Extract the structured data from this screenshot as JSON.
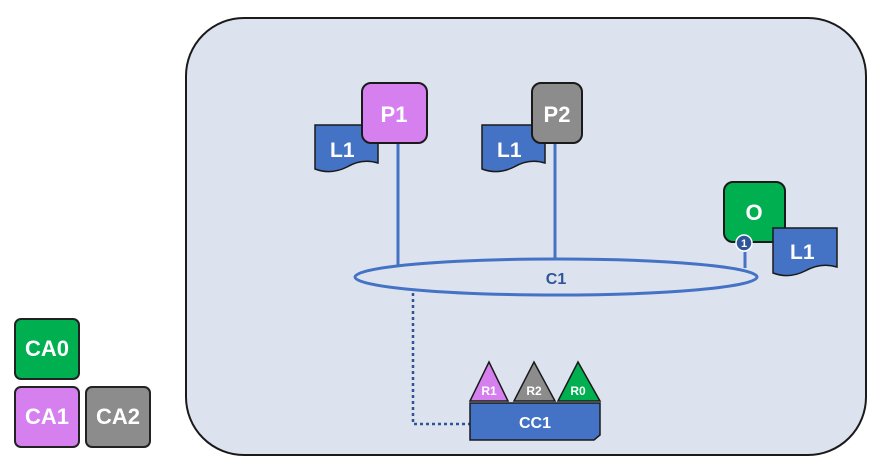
{
  "colors": {
    "network_bg": "#dde2ef",
    "blue": "#4472c4",
    "dark_blue": "#2f5597",
    "green": "#00b050",
    "purple": "#d680f0",
    "gray": "#8c8c8c"
  },
  "peers": [
    {
      "label": "P1",
      "ledger": "L1",
      "color": "purple"
    },
    {
      "label": "P2",
      "ledger": "L1",
      "color": "gray"
    }
  ],
  "orderer": {
    "label": "O",
    "badge": "1",
    "ledger": "L1",
    "color": "green"
  },
  "channel": {
    "label": "C1"
  },
  "channel_config": {
    "label": "CC1"
  },
  "roles": [
    {
      "label": "R1",
      "color": "purple"
    },
    {
      "label": "R2",
      "color": "gray"
    },
    {
      "label": "R0",
      "color": "green"
    }
  ],
  "cas": [
    {
      "label": "CA0",
      "color": "green"
    },
    {
      "label": "CA1",
      "color": "purple"
    },
    {
      "label": "CA2",
      "color": "gray"
    }
  ]
}
